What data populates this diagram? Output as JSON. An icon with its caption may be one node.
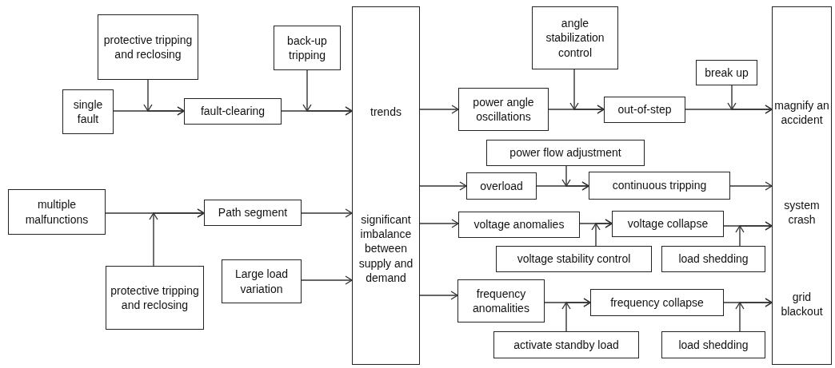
{
  "diagram": {
    "nodes": [
      {
        "text": [
          "protective tripping and reclosing"
        ]
      },
      {
        "text": [
          "single fault"
        ]
      },
      {
        "text": [
          "fault-clearing"
        ]
      },
      {
        "text": [
          "back-up tripping"
        ]
      },
      {
        "text": [
          "trends",
          "significant imbalance between supply and demand"
        ]
      },
      {
        "text": [
          "multiple malfunctions"
        ]
      },
      {
        "text": [
          "Path segment"
        ]
      },
      {
        "text": [
          "protective tripping and reclosing"
        ]
      },
      {
        "text": [
          "Large load variation"
        ]
      },
      {
        "text": [
          "angle stabilization control"
        ]
      },
      {
        "text": [
          "break up"
        ]
      },
      {
        "text": [
          "power angle oscillations"
        ]
      },
      {
        "text": [
          "out-of-step"
        ]
      },
      {
        "text": [
          "power flow adjustment"
        ]
      },
      {
        "text": [
          "overload"
        ]
      },
      {
        "text": [
          "continuous tripping"
        ]
      },
      {
        "text": [
          "voltage anomalies"
        ]
      },
      {
        "text": [
          "voltage collapse"
        ]
      },
      {
        "text": [
          "voltage stability control"
        ]
      },
      {
        "text": [
          "load shedding"
        ]
      },
      {
        "text": [
          "frequency anomalities"
        ]
      },
      {
        "text": [
          "frequency collapse"
        ]
      },
      {
        "text": [
          "activate standby load"
        ]
      },
      {
        "text": [
          "load shedding"
        ]
      },
      {
        "text": [
          "magnify an accident",
          "system crash",
          "grid blackout"
        ]
      }
    ],
    "edges": [
      {
        "from": 1,
        "to": 2,
        "arrow": "to"
      },
      {
        "from": 0,
        "to": 2,
        "arrow": "to"
      },
      {
        "from": 2,
        "to": 4,
        "arrow": "to"
      },
      {
        "from": 3,
        "to": 4,
        "arrow": "to"
      },
      {
        "from": 5,
        "to": 6,
        "arrow": "to"
      },
      {
        "from": 7,
        "to": 6,
        "arrow": "to"
      },
      {
        "from": 6,
        "to": 4,
        "arrow": "to"
      },
      {
        "from": 8,
        "to": 4,
        "arrow": "to"
      },
      {
        "from": 4,
        "to": 11,
        "arrow": "to"
      },
      {
        "from": 11,
        "to": 12,
        "arrow": "to"
      },
      {
        "from": 9,
        "to": 12,
        "arrow": "to"
      },
      {
        "from": 12,
        "to": 24,
        "arrow": "to"
      },
      {
        "from": 10,
        "to": 24,
        "arrow": "to"
      },
      {
        "from": 4,
        "to": 14,
        "arrow": "to"
      },
      {
        "from": 14,
        "to": 15,
        "arrow": "to"
      },
      {
        "from": 13,
        "to": 15,
        "arrow": "to"
      },
      {
        "from": 15,
        "to": 24,
        "arrow": "to"
      },
      {
        "from": 4,
        "to": 16,
        "arrow": "to"
      },
      {
        "from": 16,
        "to": 17,
        "arrow": "to"
      },
      {
        "from": 18,
        "to": 17,
        "arrow": "to"
      },
      {
        "from": 17,
        "to": 24,
        "arrow": "to"
      },
      {
        "from": 19,
        "to": 24,
        "arrow": "to"
      },
      {
        "from": 4,
        "to": 20,
        "arrow": "to"
      },
      {
        "from": 20,
        "to": 21,
        "arrow": "to"
      },
      {
        "from": 22,
        "to": 21,
        "arrow": "to"
      },
      {
        "from": 21,
        "to": 24,
        "arrow": "to"
      },
      {
        "from": 23,
        "to": 24,
        "arrow": "to"
      }
    ]
  }
}
